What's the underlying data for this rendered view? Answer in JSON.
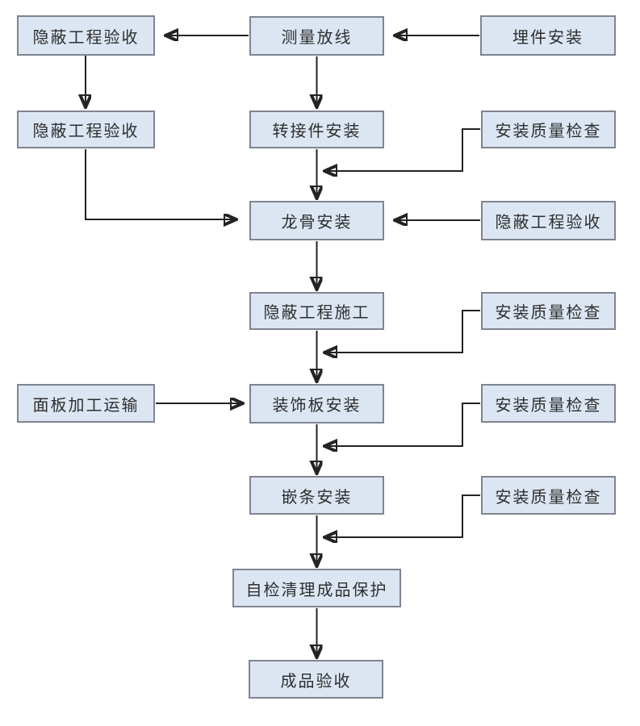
{
  "diagram": {
    "type": "flowchart",
    "language": "zh-CN",
    "colors": {
      "background": "#ffffff",
      "node_fill": "#dce6f3",
      "node_border": "#7f8490",
      "arrow": "#232323",
      "text": "#2e2e2e"
    },
    "nodes": [
      {
        "id": "concealed-acceptance-1",
        "label": "隐蔽工程验收"
      },
      {
        "id": "survey-layout",
        "label": "测量放线"
      },
      {
        "id": "embed-install",
        "label": "埋件安装"
      },
      {
        "id": "concealed-acceptance-2",
        "label": "隐蔽工程验收"
      },
      {
        "id": "adapter-install",
        "label": "转接件安装"
      },
      {
        "id": "quality-check-1",
        "label": "安装质量检查"
      },
      {
        "id": "keel-install",
        "label": "龙骨安装"
      },
      {
        "id": "concealed-acceptance-3",
        "label": "隐蔽工程验收"
      },
      {
        "id": "concealed-construction",
        "label": "隐蔽工程施工"
      },
      {
        "id": "quality-check-2",
        "label": "安装质量检查"
      },
      {
        "id": "panel-processing",
        "label": "面板加工运输"
      },
      {
        "id": "decor-panel-install",
        "label": "装饰板安装"
      },
      {
        "id": "quality-check-3",
        "label": "安装质量检查"
      },
      {
        "id": "strip-install",
        "label": "嵌条安装"
      },
      {
        "id": "quality-check-4",
        "label": "安装质量检查"
      },
      {
        "id": "self-check-protect",
        "label": "自检清理成品保护"
      },
      {
        "id": "final-acceptance",
        "label": "成品验收"
      }
    ],
    "edges": [
      {
        "from": "embed-install",
        "to": "survey-layout"
      },
      {
        "from": "survey-layout",
        "to": "concealed-acceptance-1"
      },
      {
        "from": "concealed-acceptance-1",
        "to": "concealed-acceptance-2"
      },
      {
        "from": "survey-layout",
        "to": "adapter-install"
      },
      {
        "from": "quality-check-1",
        "to": "flow:adapter-install->keel-install"
      },
      {
        "from": "adapter-install",
        "to": "keel-install"
      },
      {
        "from": "concealed-acceptance-2",
        "to": "keel-install"
      },
      {
        "from": "concealed-acceptance-3",
        "to": "keel-install"
      },
      {
        "from": "keel-install",
        "to": "concealed-construction"
      },
      {
        "from": "quality-check-2",
        "to": "flow:concealed-construction->decor-panel-install"
      },
      {
        "from": "concealed-construction",
        "to": "decor-panel-install"
      },
      {
        "from": "panel-processing",
        "to": "decor-panel-install"
      },
      {
        "from": "quality-check-3",
        "to": "flow:decor-panel-install->strip-install"
      },
      {
        "from": "decor-panel-install",
        "to": "strip-install"
      },
      {
        "from": "quality-check-4",
        "to": "flow:strip-install->self-check-protect"
      },
      {
        "from": "strip-install",
        "to": "self-check-protect"
      },
      {
        "from": "self-check-protect",
        "to": "final-acceptance"
      }
    ]
  }
}
